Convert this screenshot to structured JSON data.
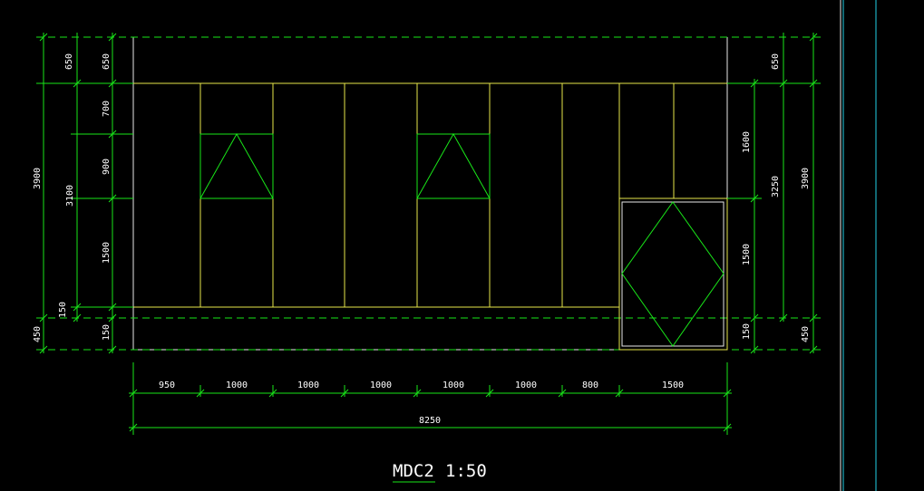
{
  "drawing": {
    "title": "MDC2",
    "scale": "1:50"
  },
  "left_dims": {
    "outer_total": "3900",
    "outer_top": "650",
    "outer_bottom": "450",
    "mid_total": "3100",
    "mid_bottom": "150",
    "inner_top": "650",
    "inner_a": "700",
    "inner_b": "900",
    "inner_c": "1500",
    "inner_d": "150"
  },
  "right_dims": {
    "outer_total": "3900",
    "outer_top": "650",
    "outer_bottom": "450",
    "mid_total": "3250",
    "inner_a": "1600",
    "inner_b": "1500",
    "inner_c": "150"
  },
  "bottom_dims": {
    "segments": [
      "950",
      "1000",
      "1000",
      "1000",
      "1000",
      "1000",
      "800",
      "1500"
    ],
    "total": "8250"
  },
  "colors": {
    "background": "#000000",
    "dimension": "#19e619",
    "outline": "#e6e64a",
    "frame": "#22d0e6",
    "text": "#ffffff"
  }
}
